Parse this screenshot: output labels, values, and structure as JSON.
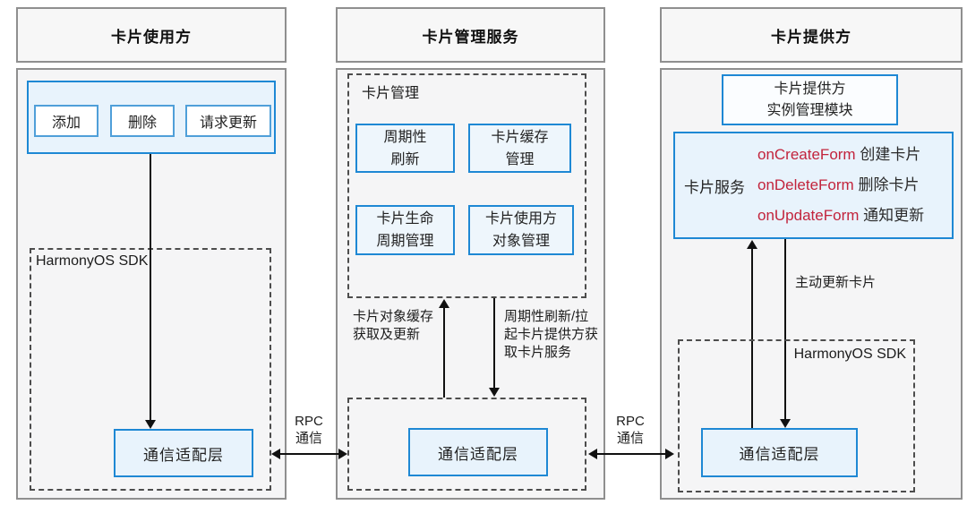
{
  "colors": {
    "header_bg": "#f7f7f7",
    "column_bg": "#f5f5f6",
    "column_border": "#8f8f8f",
    "dashed_border": "#4d4d4d",
    "blue_border": "#1e88d4",
    "blue_border_light": "#4f9fd9",
    "blue_fill": "#e8f3fc",
    "blue_fill_light": "#eef6fc",
    "api_red": "#c2243c",
    "arrow_black": "#111111"
  },
  "consumer": {
    "title": "卡片使用方",
    "actions": [
      "添加",
      "删除",
      "请求更新"
    ],
    "sdk_label": "HarmonyOS SDK",
    "adapter": "通信适配层"
  },
  "manager": {
    "title": "卡片管理服务",
    "group_label": "卡片管理",
    "modules": [
      "周期性\n刷新",
      "卡片缓存\n管理",
      "卡片生命\n周期管理",
      "卡片使用方\n对象管理"
    ],
    "cache_arrow_label": "卡片对象缓存\n获取及更新",
    "refresh_arrow_label": "周期性刷新/拉\n起卡片提供方获\n取卡片服务",
    "adapter": "通信适配层"
  },
  "provider": {
    "title": "卡片提供方",
    "instance_module": "卡片提供方\n实例管理模块",
    "service_label": "卡片服务",
    "callbacks": [
      {
        "api": "onCreateForm",
        "desc": "创建卡片"
      },
      {
        "api": "onDeleteForm",
        "desc": "删除卡片"
      },
      {
        "api": "onUpdateForm",
        "desc": "通知更新"
      }
    ],
    "update_arrow_label": "主动更新卡片",
    "sdk_label": "HarmonyOS SDK",
    "adapter": "通信适配层"
  },
  "links": {
    "rpc_left": "RPC\n通信",
    "rpc_right": "RPC\n通信"
  }
}
